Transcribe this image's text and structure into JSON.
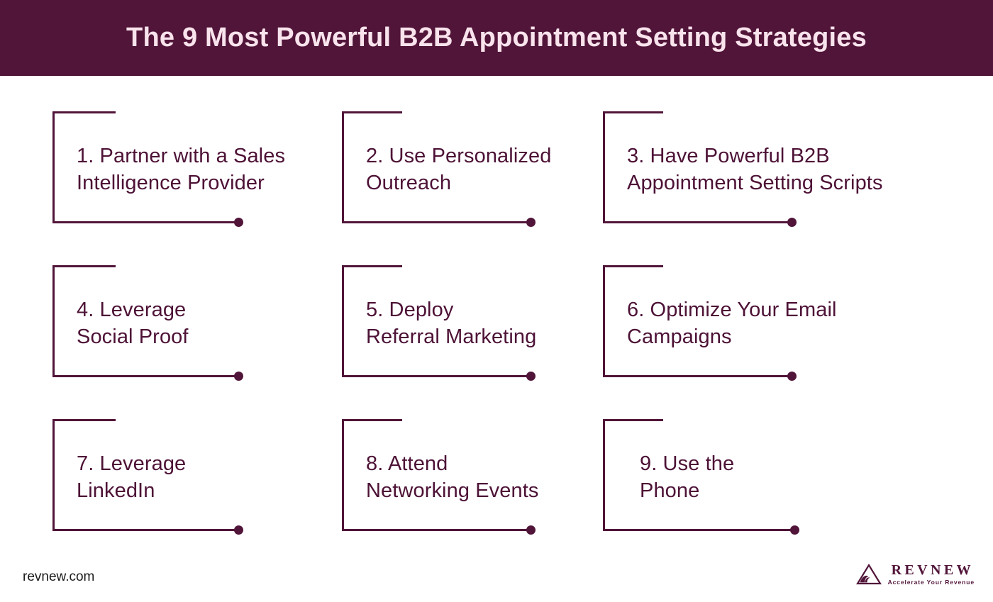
{
  "header": {
    "title": "The 9 Most Powerful B2B Appointment Setting Strategies",
    "background_color": "#511539",
    "text_color": "#F9E3EC"
  },
  "theme": {
    "accent_color": "#511539",
    "text_color": "#4D1236",
    "page_background": "#ffffff"
  },
  "cards": [
    {
      "number": "1.",
      "text": "1. Partner with a Sales\nIntelligence Provider",
      "line1": "1. Partner with a Sales",
      "line2": "Intelligence Provider"
    },
    {
      "number": "2.",
      "text": "2. Use Personalized\nOutreach",
      "line1": "2. Use Personalized",
      "line2": "Outreach"
    },
    {
      "number": "3.",
      "text": "3. Have Powerful B2B\nAppointment Setting Scripts",
      "line1": "3. Have Powerful B2B",
      "line2": "Appointment Setting Scripts"
    },
    {
      "number": "4.",
      "text": "4. Leverage\nSocial Proof",
      "line1": "4. Leverage",
      "line2": "Social Proof"
    },
    {
      "number": "5.",
      "text": "5. Deploy\nReferral Marketing",
      "line1": "5. Deploy",
      "line2": "Referral Marketing"
    },
    {
      "number": "6.",
      "text": "6. Optimize Your Email\nCampaigns",
      "line1": "6. Optimize Your Email",
      "line2": "Campaigns"
    },
    {
      "number": "7.",
      "text": "7. Leverage\nLinkedIn",
      "line1": "7. Leverage",
      "line2": "LinkedIn"
    },
    {
      "number": "8.",
      "text": "8. Attend\nNetworking Events",
      "line1": "8. Attend",
      "line2": "Networking Events"
    },
    {
      "number": "9.",
      "text": "9. Use the\nPhone",
      "line1": "9. Use the",
      "line2": "Phone"
    }
  ],
  "footer": {
    "url": "revnew.com",
    "brand_name": "REVNEW",
    "brand_tagline": "Accelerate Your Revenue",
    "brand_mark": "triangle-wave-logo-icon"
  }
}
